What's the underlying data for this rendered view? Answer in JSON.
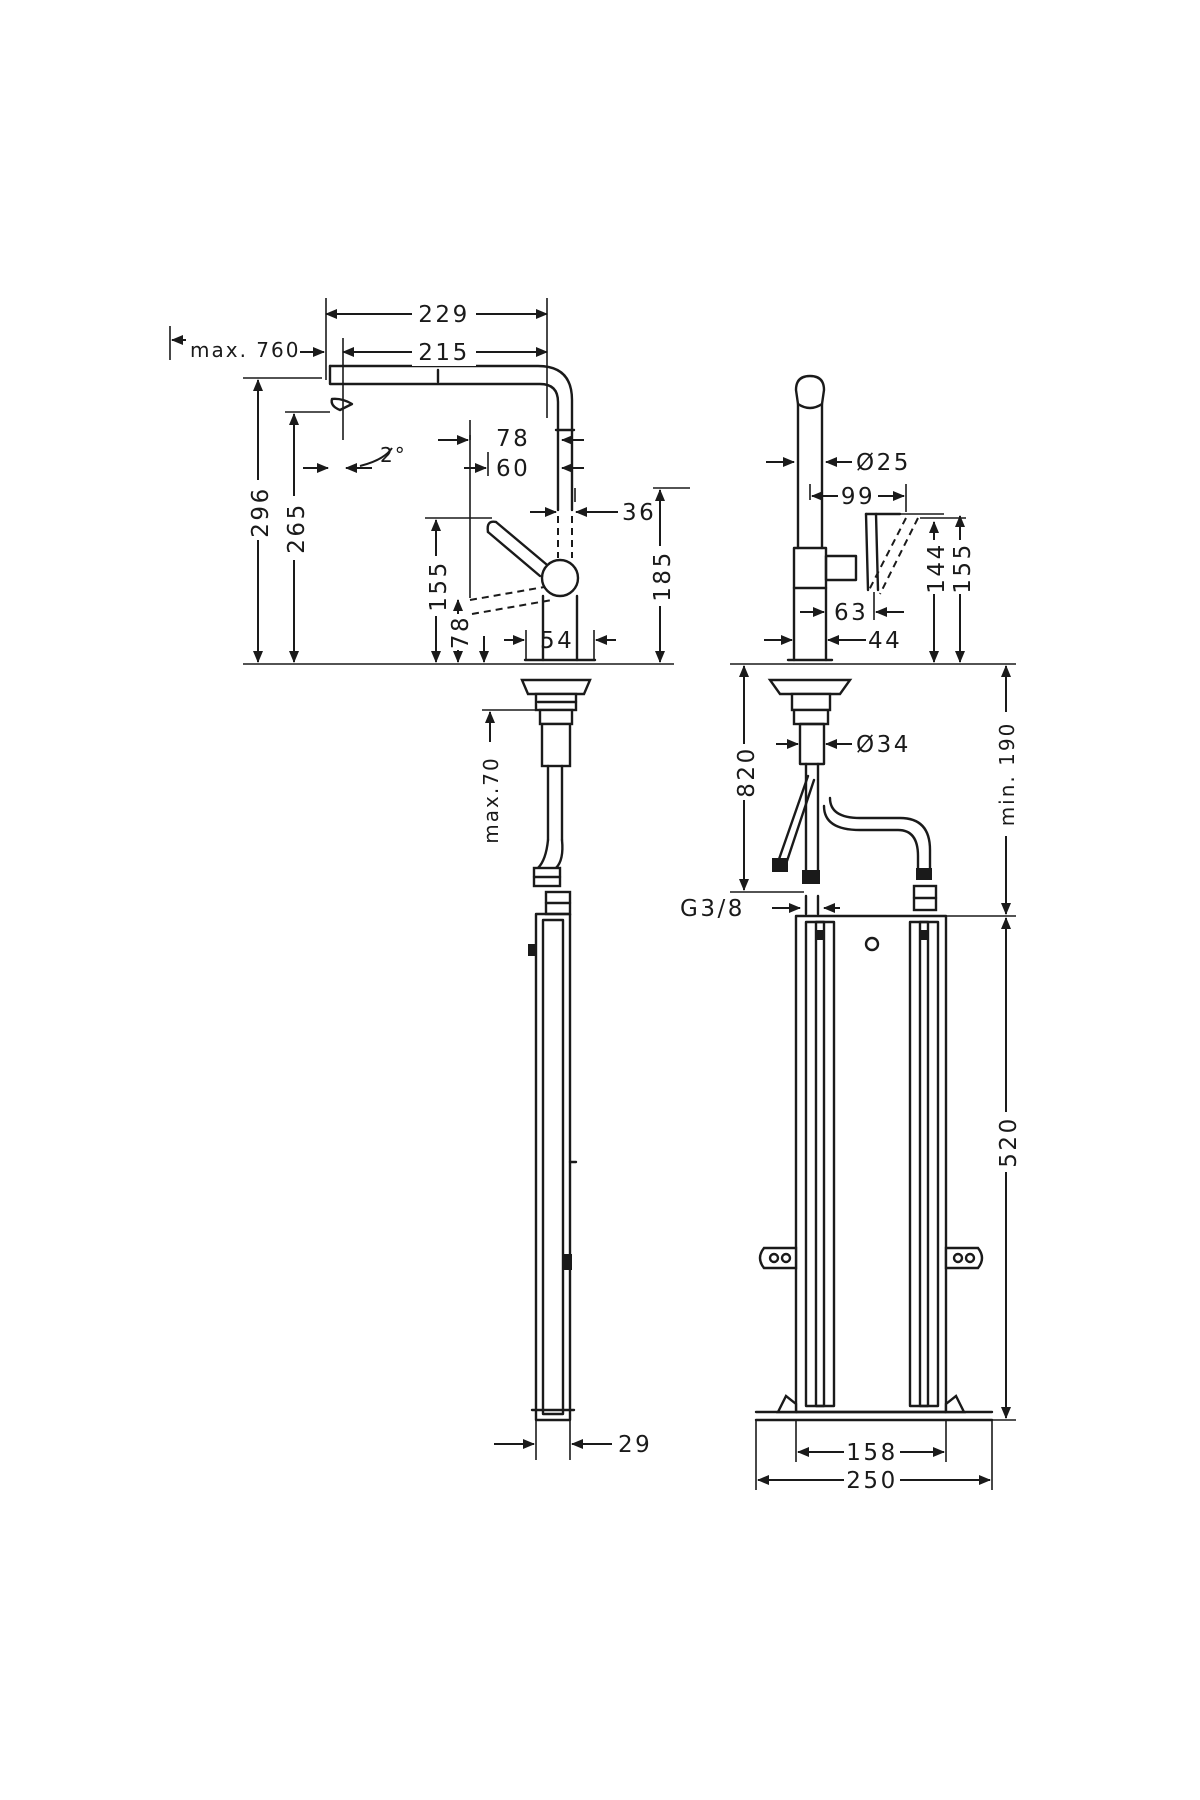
{
  "drawing": {
    "view": "side and front views",
    "units": "mm"
  },
  "dimensions": {
    "side": {
      "reach_total": "229",
      "reach_spout": "215",
      "pullout": "max. 760",
      "tilt": "2°",
      "lever_offset_a": "78",
      "lever_offset_b": "60",
      "body_offset": "36",
      "height_total": "296",
      "height_outlet": "265",
      "height_lever": "155",
      "height_lever_min": "78",
      "height_body": "185",
      "base_width": "54",
      "thickness": "max.70",
      "box_depth": "29"
    },
    "front": {
      "spout_diameter": "Ø25",
      "lever_reach": "99",
      "lever_height_a": "144",
      "lever_height_b": "155",
      "lever_offset": "63",
      "base_width": "44",
      "shank_diameter": "Ø34",
      "hose_length": "820",
      "connection": "G3/8",
      "min_clearance": "min. 190",
      "box_height": "520",
      "box_inner_width": "158",
      "box_outer_width": "250"
    }
  }
}
